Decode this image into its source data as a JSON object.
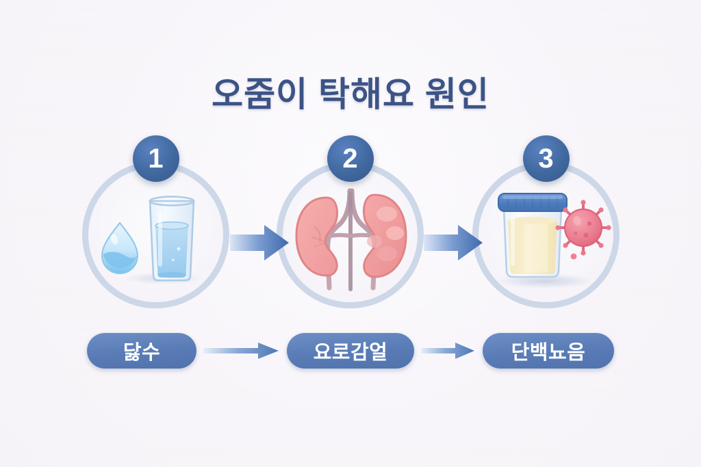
{
  "page": {
    "title": "오줌이 탁해요 원인",
    "background_color": "#f6f3f8",
    "title_color": "#3c5385",
    "accent_color": "#5a7cb6",
    "ring_color": "#ccd7e8",
    "badge_color": "#40699f"
  },
  "steps": [
    {
      "number": "1",
      "icon": "water-glass-and-droplet-icon",
      "label": "닳수"
    },
    {
      "number": "2",
      "icon": "kidneys-icon",
      "label": "요로감얼"
    },
    {
      "number": "3",
      "icon": "urine-sample-cup-and-virus-icon",
      "label": "단백뇨음"
    }
  ],
  "flow": {
    "arrow_icon": "right-arrow-icon",
    "arrow_count": 2
  },
  "pills": {
    "arrow_icon": "right-arrow-icon",
    "items": [
      "닳수",
      "요로감얼",
      "단백뇨음"
    ]
  }
}
